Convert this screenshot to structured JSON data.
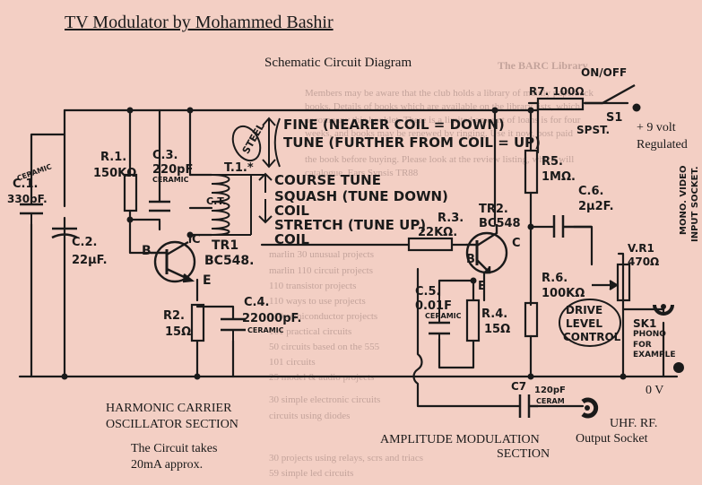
{
  "title": "TV Modulator by Mohammed Bashir",
  "subtitle": "Schematic Circuit Diagram",
  "background_header": "The BARC Library",
  "background_lines": [
    "Members may be aware that the club holds a library of mainly paperback",
    "books. Details of books which are available on the library lists, which",
    "accompany this booklet. There is a limited amount of loans is for four",
    "weeks, and books may be renewed by ringing. Use it now, post paid",
    "the book before buying. Please look at the review listing, which will",
    "catalogue. Ears Synsis TR88"
  ],
  "background_table": [
    "marlin  30 unusual projects",
    "marlin  110 circuit projects",
    "110 transistor projects",
    "110 ways to use projects",
    "110 semiconductor projects",
    "101 practical circuits",
    "50 circuits based on the 555",
    "101 circuits",
    "25 model & audio projects",
    "30 simple electronic circuits",
    "circuits using diodes",
    "30 projects using relays, scrs and triacs",
    "59 simple led circuits"
  ],
  "labels": {
    "r7": "R7.  100Ω",
    "on_off": "ON/OFF",
    "s1": "S1",
    "spst": "SPST.",
    "supply_plus": "+ 9 volt",
    "supply_regulated": "Regulated",
    "steel": "STEEL",
    "fine": "FINE (NEARER COIL = DOWN)",
    "tune": "TUNE (FURTHER FROM COIL = UP)",
    "course_tune": "COURSE TUNE",
    "squash": "SQUASH (TUNE DOWN)",
    "coil1": "COIL",
    "stretch": "STRETCH (TUNE UP)",
    "coil2": "COIL",
    "t1": "T.1.*",
    "ct": "C.T.",
    "c1": "C.1.",
    "c1_type": "CERAMIC",
    "c1_val": "330pF.",
    "c2": "C.2.",
    "c2_val": "22μF.",
    "r1": "R.1.",
    "r1_val": "150KΩ",
    "c3": "C.3.",
    "c3_val": "220pF",
    "c3_type": "CERAMIC",
    "tr1": "TR1",
    "tr1_val": "BC548.",
    "b1": "B",
    "c_pin1": "C",
    "e1": "E",
    "r2": "R2.",
    "r2_val": "15Ω",
    "c4": "C.4.",
    "c4_val": "22000pF.",
    "c4_type": "CERAMIC",
    "r3": "R.3.",
    "r3_val": "22KΩ.",
    "tr2": "TR2.",
    "tr2_val": "BC548",
    "b2": "B",
    "c_pin2": "C",
    "e2": "E",
    "c5": "C.5.",
    "c5_val": "0.01F",
    "c5_type": "CERAMIC",
    "r4": "R.4.",
    "r4_val": "15Ω",
    "r5": "R5.",
    "r5_val": "1MΩ.",
    "c6": "C.6.",
    "c6_val": "2μ2F.",
    "r6": "R.6.",
    "r6_val": "100KΩ",
    "drive1": "DRIVE",
    "drive2": "LEVEL",
    "drive3": "CONTROL",
    "vr1": "V.R1",
    "vr1_val": "470Ω",
    "mono1": "MONO. VIDEO",
    "mono2": "INPUT SOCKET.",
    "sk1": "SK1",
    "phono": "PHONO",
    "for": "FOR",
    "example": "EXAMPLE",
    "zero_v": "0 V",
    "c7": "C7",
    "c7_val": "120pF",
    "c7_type": "CERAM",
    "uhf1": "UHF. RF.",
    "uhf2": "Output Socket",
    "harmonic1": "HARMONIC CARRIER",
    "harmonic2": "OSCILLATOR SECTION",
    "note1": "The Circuit takes",
    "note2": "20mA approx.",
    "am1": "AMPLITUDE MODULATION",
    "am2": "SECTION"
  },
  "colors": {
    "paper": "#f3cfc4",
    "ink": "#1a1a1a"
  }
}
